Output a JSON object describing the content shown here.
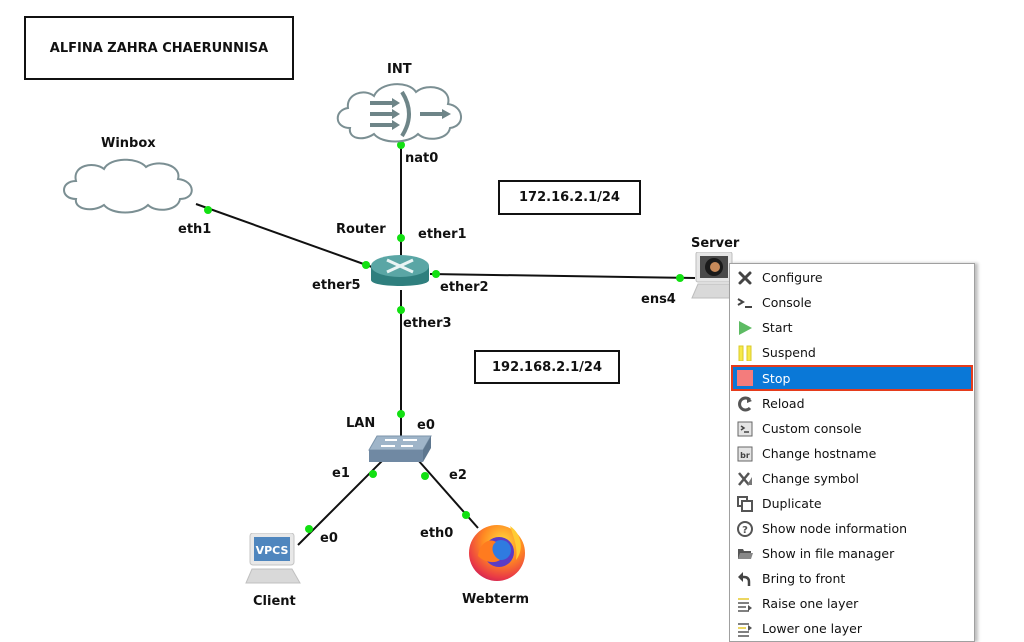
{
  "canvas": {
    "title_note": "ALFINA ZAHRA CHAERUNNISA",
    "notes": [
      {
        "text": "172.16.2.1/24"
      },
      {
        "text": "192.168.2.1/24"
      }
    ],
    "nodes": {
      "int": {
        "name": "INT",
        "type": "nat-cloud"
      },
      "winbox": {
        "name": "Winbox",
        "type": "cloud"
      },
      "router": {
        "name": "Router",
        "type": "router"
      },
      "server": {
        "name": "Server",
        "type": "qemu-vm"
      },
      "lan": {
        "name": "LAN",
        "type": "ethernet-switch"
      },
      "client": {
        "name": "Client",
        "type": "vpcs",
        "screen_text": "VPCS"
      },
      "webterm": {
        "name": "Webterm",
        "type": "firefox-webterm"
      }
    },
    "ports": {
      "nat0": "nat0",
      "ether1": "ether1",
      "eth1": "eth1",
      "ether5": "ether5",
      "ether2": "ether2",
      "ens4": "ens4",
      "ether3": "ether3",
      "lan_e0": "e0",
      "lan_e1": "e1",
      "lan_e2": "e2",
      "client_e0": "e0",
      "eth0": "eth0"
    },
    "link_status_color": "#12e012"
  },
  "context_menu": {
    "selected_index": 4,
    "selected_color": "#0a78d7",
    "highlight_border_color": "#e53c1c",
    "items": [
      {
        "label": "Configure",
        "icon": "wrench-screwdriver-icon"
      },
      {
        "label": "Console",
        "icon": "terminal-prompt-icon"
      },
      {
        "label": "Start",
        "icon": "play-icon"
      },
      {
        "label": "Suspend",
        "icon": "pause-icon"
      },
      {
        "label": "Stop",
        "icon": "stop-icon"
      },
      {
        "label": "Reload",
        "icon": "reload-icon"
      },
      {
        "label": "Custom console",
        "icon": "custom-console-icon"
      },
      {
        "label": "Change hostname",
        "icon": "change-hostname-icon"
      },
      {
        "label": "Change symbol",
        "icon": "change-symbol-icon"
      },
      {
        "label": "Duplicate",
        "icon": "duplicate-icon"
      },
      {
        "label": "Show node information",
        "icon": "info-icon"
      },
      {
        "label": "Show in file manager",
        "icon": "folder-icon"
      },
      {
        "label": "Bring to front",
        "icon": "bring-to-front-icon"
      },
      {
        "label": "Raise one layer",
        "icon": "raise-layer-icon"
      },
      {
        "label": "Lower one layer",
        "icon": "lower-layer-icon"
      }
    ]
  }
}
